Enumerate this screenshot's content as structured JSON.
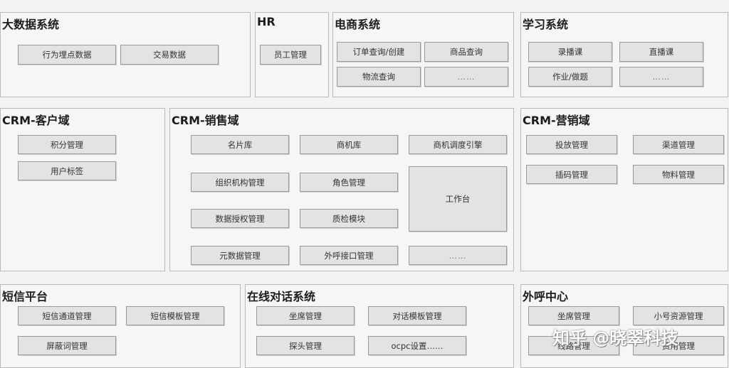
{
  "panels": {
    "bigdata": {
      "title": "大数据系统",
      "modules": [
        "行为埋点数据",
        "交易数据"
      ]
    },
    "hr": {
      "title": "HR",
      "modules": [
        "员工管理"
      ]
    },
    "ecom": {
      "title": "电商系统",
      "modules": [
        "订单查询/创建",
        "商品查询",
        "物流查询",
        "……"
      ]
    },
    "learning": {
      "title": "学习系统",
      "modules": [
        "录播课",
        "直播课",
        "作业/做题",
        "……"
      ]
    },
    "crm_customer": {
      "title": "CRM-客户域",
      "modules": [
        "积分管理",
        "用户标签"
      ]
    },
    "crm_sales": {
      "title": "CRM-销售域",
      "modules": [
        "名片库",
        "商机库",
        "商机调度引擎",
        "组织机构管理",
        "角色管理",
        "工作台",
        "数据授权管理",
        "质检模块",
        "元数据管理",
        "外呼接口管理",
        "……"
      ]
    },
    "crm_marketing": {
      "title": "CRM-营销域",
      "modules": [
        "投放管理",
        "渠道管理",
        "插码管理",
        "物料管理"
      ]
    },
    "sms": {
      "title": "短信平台",
      "modules": [
        "短信通道管理",
        "短信模板管理",
        "屏蔽词管理"
      ]
    },
    "chat": {
      "title": "在线对话系统",
      "modules": [
        "坐席管理",
        "对话模板管理",
        "探头管理",
        "ocpc设置……"
      ]
    },
    "callcenter": {
      "title": "外呼中心",
      "modules": [
        "坐席管理",
        "小号资源管理",
        "线路管理",
        "费用管理"
      ]
    }
  },
  "watermark": "知乎 @晓翠科技"
}
